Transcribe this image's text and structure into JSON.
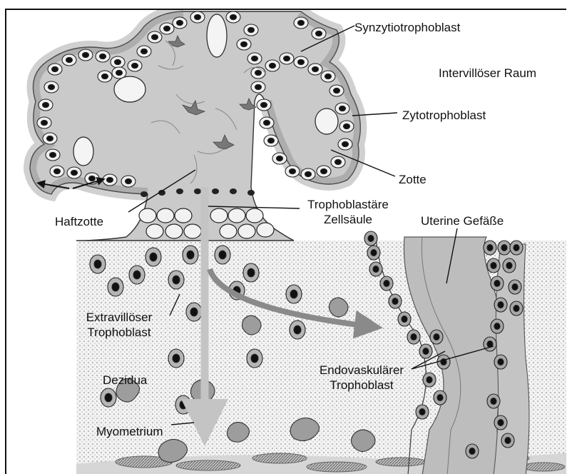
{
  "labels": {
    "synzytiotrophoblast": "Synzytiotrophoblast",
    "intervilloeser_raum": "Intervillöser Raum",
    "zytotrophoblast": "Zytotrophoblast",
    "zotte": "Zotte",
    "haftzotte": "Haftzotte",
    "trophoblastaere_zellsaeule_line1": "Trophoblastäre",
    "trophoblastaere_zellsaeule_line2": "Zellsäule",
    "uterine_gefaesse": "Uterine Gefäße",
    "extravilloeser_line1": "Extravillöser",
    "extravilloeser_line2": "Trophoblast",
    "endovaskulaerer_line1": "Endovaskulärer",
    "endovaskulaerer_line2": "Trophoblast",
    "dezidua": "Dezidua",
    "myometrium": "Myometrium"
  },
  "colors": {
    "villus_fill": "#c8c8c8",
    "decidua_fill": "#f2f2f2",
    "vessel_fill": "#b8b8b8",
    "cell_fill": "#a9a9a9",
    "arrow_light": "#c4c4c4",
    "arrow_dark": "#8a8a8a"
  }
}
